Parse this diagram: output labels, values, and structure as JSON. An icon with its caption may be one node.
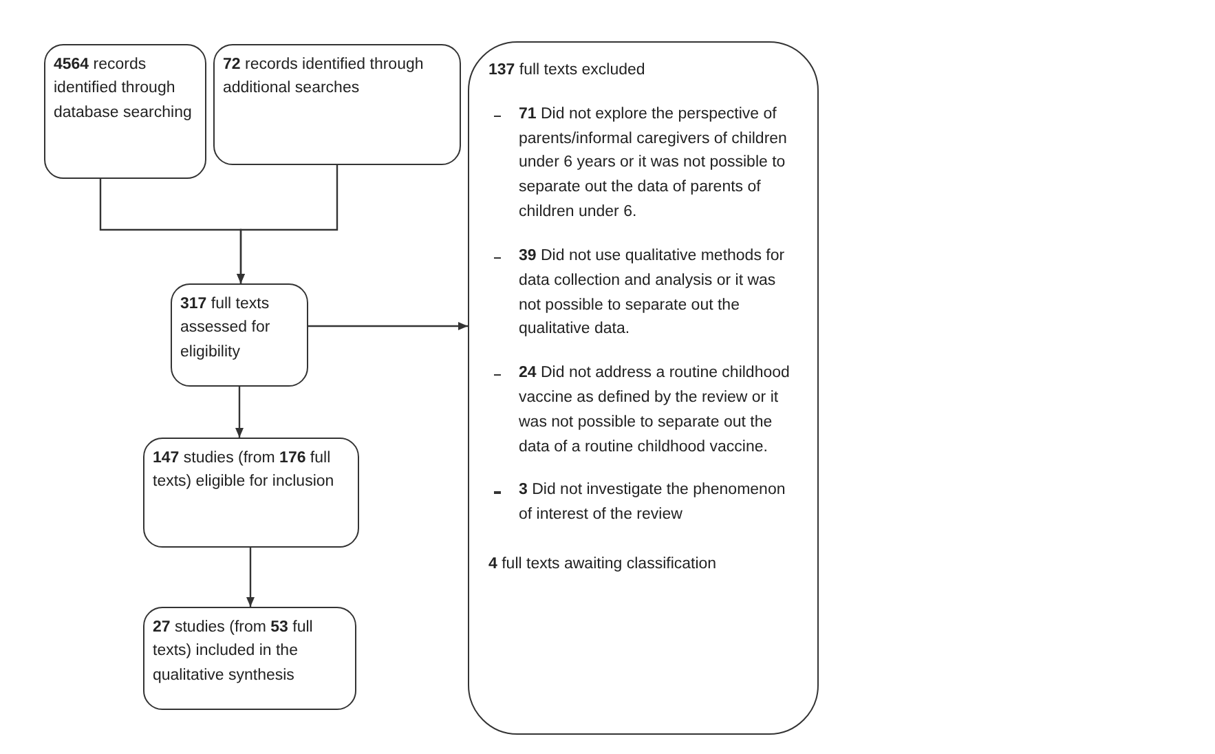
{
  "diagram": {
    "nodes": [
      {
        "text": [
          "**4564** records identified through database searching"
        ]
      },
      {
        "text": [
          "**72** records identified through additional searches"
        ]
      },
      {
        "text": [
          "**317** full texts assessed for eligibility"
        ]
      },
      {
        "text": [
          "**137** full texts excluded",
          "**71** Did not explore the perspective of parents/informal caregivers of children under 6 years or it was not possible to separate out the data of parents of children under 6.",
          "**39** Did not use qualitative methods for data collection and analysis or it was not possible to separate out the qualitative data.",
          "**24** Did not address a routine childhood vaccine as defined by the review or it was not possible to separate out the data of a routine childhood vaccine.",
          "**3** Did not investigate the phenomenon of interest of the review",
          "**4** full texts awaiting classification"
        ]
      },
      {
        "text": [
          "**147** studies (from **176** full texts) eligible for inclusion"
        ]
      },
      {
        "text": [
          "**27** studies (from **53** full texts) included in the qualitative synthesis"
        ]
      }
    ],
    "edges": [
      {
        "from": 0,
        "to": 2,
        "arrow": "to"
      },
      {
        "from": 1,
        "to": 2,
        "arrow": "to"
      },
      {
        "from": 2,
        "to": 3,
        "arrow": "to"
      },
      {
        "from": 2,
        "to": 4,
        "arrow": "to"
      },
      {
        "from": 4,
        "to": 5,
        "arrow": "to"
      }
    ]
  }
}
